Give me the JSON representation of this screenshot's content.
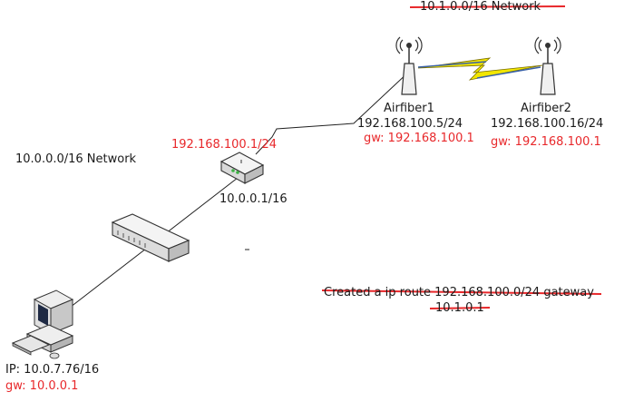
{
  "labels": {
    "net_top": "10.1.0.0/16 Network",
    "airfiber1_name": "Airfiber1",
    "airfiber1_ip": "192.168.100.5/24",
    "airfiber1_gw": "gw: 192.168.100.1",
    "airfiber2_name": "Airfiber2",
    "airfiber2_ip": "192.168.100.16/24",
    "airfiber2_gw": "gw: 192.168.100.1",
    "router_wan_ip": "192.168.100.1/24",
    "router_lan_ip": "10.0.0.1/16",
    "net_left": "10.0.0.0/16 Network",
    "note_line1": "Created a ip route 192.168.100.0/24 gateway",
    "note_line2": "10.1.0.1",
    "pc_ip": "IP: 10.0.7.76/16",
    "pc_gw": "gw: 10.0.0.1"
  },
  "colors": {
    "annotation_red": "#e8282b",
    "text": "#1a1a1a",
    "wireless_link": "#f2e600"
  },
  "icons": {
    "airfiber": "antenna-icon",
    "router": "router-icon",
    "switch": "switch-icon",
    "pc": "computer-icon"
  }
}
